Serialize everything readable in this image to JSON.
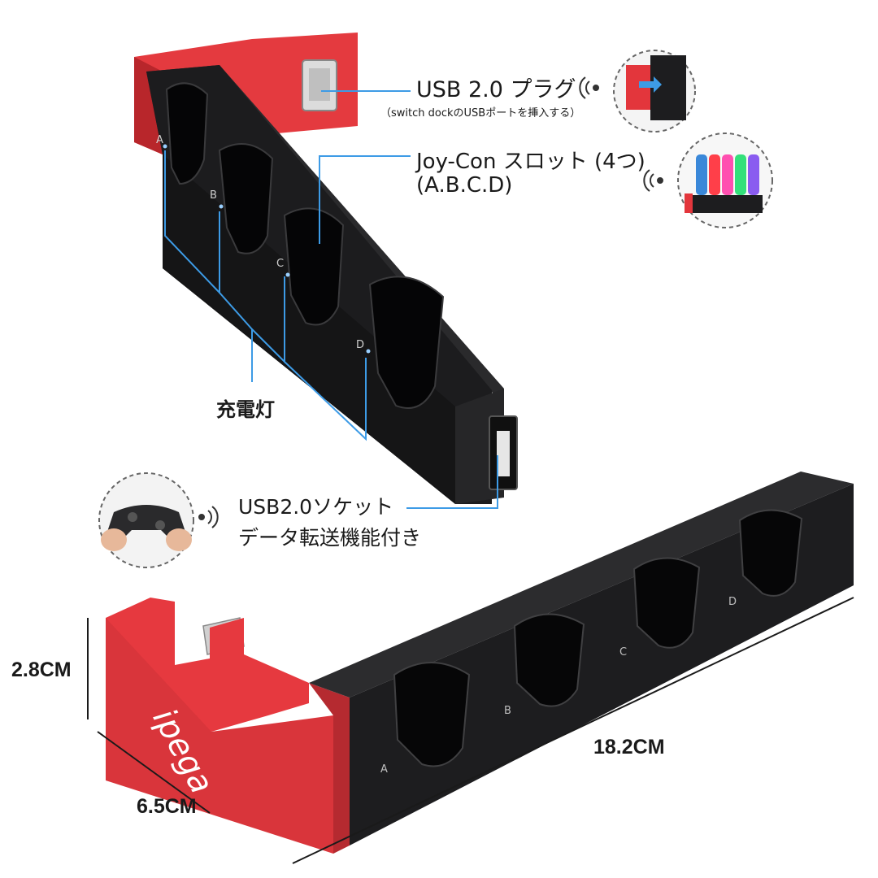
{
  "labels": {
    "usb_plug": "USB 2.0 プラグ",
    "usb_plug_note": "（switch dockのUSBポートを挿入する）",
    "joycon_slot": "Joy-Con スロット (4つ)",
    "joycon_slot_ids": "(A.B.C.D)",
    "charge_light": "充電灯",
    "usb_socket": "USB2.0ソケット",
    "usb_socket_note": "データ転送機能付き"
  },
  "slot_letters": [
    "A",
    "B",
    "C",
    "D"
  ],
  "brand": "ipega",
  "dimensions": {
    "height": "2.8CM",
    "depth": "6.5CM",
    "length": "18.2CM"
  },
  "icons": [
    "wireless-signal-icon",
    "usb-plug-inset",
    "joycon-dock-inset",
    "controller-inset"
  ],
  "colors": {
    "dock_red": "#e0343a",
    "dock_black": "#1c1c1e",
    "callout_line": "#3d9be6"
  }
}
